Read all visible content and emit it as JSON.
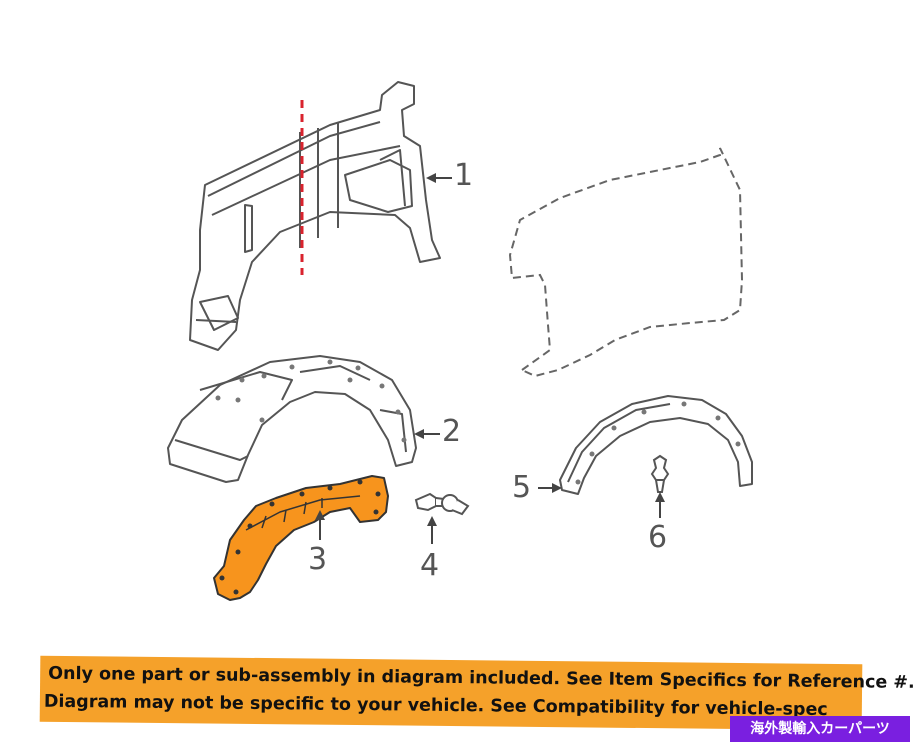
{
  "callouts": {
    "c1": "1",
    "c2": "2",
    "c3": "3",
    "c4": "4",
    "c5": "5",
    "c6": "6"
  },
  "banner": {
    "line1": "Only one part or sub-assembly in diagram included. See Item Specifics for Reference #.",
    "line2": "Diagram may not be specific to your vehicle. See Compatibility for vehicle-spec"
  },
  "badge": {
    "text": "海外製輸入カーパーツ"
  },
  "colors": {
    "highlight_part": "#f7941d",
    "outline": "#555555",
    "reference_line": "#d9232e",
    "banner": "#f5a12a",
    "badge": "#7a1fe0"
  }
}
